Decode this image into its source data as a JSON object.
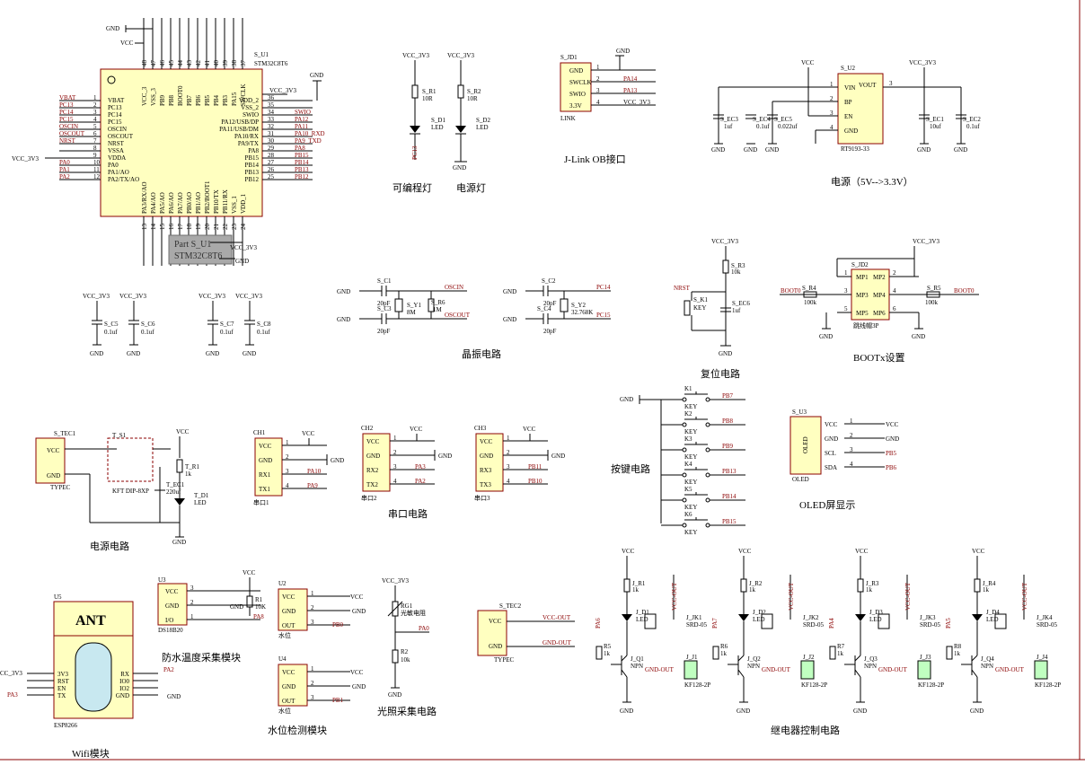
{
  "sections": {
    "prog_led": "可编程灯",
    "power_led": "电源灯",
    "jlink": "J-Link OB接口",
    "power": "电源（5V-->3.3V）",
    "crystal": "晶振电路",
    "reset": "复位电路",
    "boot": "BOOTx设置",
    "keys": "按键电路",
    "oled": "OLED屏显示",
    "power_circuit": "电源电路",
    "uart": "串口电路",
    "ds18b20": "防水温度采集模块",
    "water": "水位检测模块",
    "light": "光照采集电路",
    "relay": "继电器控制电路",
    "wifi": "Wifi模块"
  },
  "mcu": {
    "ref": "S_U1",
    "part": "STM32C8T6",
    "tooltip_title": "Part S_U1",
    "tooltip_part": "STM32C8T6",
    "left_pins": [
      {
        "num": "1",
        "name": "VBAT",
        "net": "VBAT"
      },
      {
        "num": "2",
        "name": "PC13",
        "net": "PC13"
      },
      {
        "num": "3",
        "name": "PC14",
        "net": "PC14"
      },
      {
        "num": "4",
        "name": "PC15",
        "net": "PC15"
      },
      {
        "num": "5",
        "name": "OSCIN",
        "net": "OSCIN"
      },
      {
        "num": "6",
        "name": "OSCOUT",
        "net": "OSCOUT"
      },
      {
        "num": "7",
        "name": "NRST",
        "net": "NRST"
      },
      {
        "num": "8",
        "name": "VSSA",
        "net": ""
      },
      {
        "num": "9",
        "name": "VDDA",
        "net": ""
      },
      {
        "num": "10",
        "name": "PA0",
        "net": "PA0"
      },
      {
        "num": "11",
        "name": "PA1/AO",
        "net": "PA1"
      },
      {
        "num": "12",
        "name": "PA2/TX/AO",
        "net": "PA2"
      }
    ],
    "right_pins": [
      {
        "num": "36",
        "name": "VDD_2",
        "net": "VCC_3V3"
      },
      {
        "num": "35",
        "name": "VSS_2",
        "net": ""
      },
      {
        "num": "34",
        "name": "SWIO",
        "net": "SWIO"
      },
      {
        "num": "33",
        "name": "PA12/USB/DP",
        "net": "PA12"
      },
      {
        "num": "32",
        "name": "PA11/USB/DM",
        "net": "PA11"
      },
      {
        "num": "31",
        "name": "PA10/RX",
        "net": "PA10_RXD"
      },
      {
        "num": "30",
        "name": "PA9/TX",
        "net": "PA9_TXD"
      },
      {
        "num": "29",
        "name": "PA8",
        "net": "PA8"
      },
      {
        "num": "28",
        "name": "PB15",
        "net": "PB15"
      },
      {
        "num": "27",
        "name": "PB14",
        "net": "PB14"
      },
      {
        "num": "26",
        "name": "PB13",
        "net": "PB13"
      },
      {
        "num": "25",
        "name": "PB12",
        "net": "PB12"
      }
    ],
    "top_pins": [
      "VCC_3",
      "VSS_3",
      "PB9",
      "PB8",
      "BOOT0",
      "PB7",
      "PB6",
      "PB5",
      "PB4",
      "PB3",
      "PA15",
      "SWCLK"
    ],
    "top_nums": [
      "48",
      "47",
      "46",
      "45",
      "44",
      "43",
      "42",
      "41",
      "40",
      "39",
      "38",
      "37"
    ],
    "bottom_pins": [
      "PA3/RX/AO",
      "PA4/AO",
      "PA5/AO",
      "PA6/AO",
      "PA7/AO",
      "PB0/AO",
      "PB1/AO",
      "PB2/BOOT1",
      "PB10/TX",
      "PB11/RX",
      "VSS_1",
      "VDD_1"
    ],
    "bottom_nums": [
      "13",
      "14",
      "15",
      "16",
      "17",
      "18",
      "19",
      "20",
      "21",
      "22",
      "23",
      "24"
    ],
    "vcc": "VCC",
    "gnd": "GND",
    "vcc3v3_left": "VCC_3V3"
  },
  "labels": {
    "vcc3v3": "VCC_3V3",
    "gnd": "GND",
    "vcc": "VCC"
  },
  "leds": {
    "r1": "S_R1",
    "r1v": "10R",
    "d1": "S_D1",
    "d1t": "LED",
    "net": "PC13",
    "r2": "S_R2",
    "r2v": "10R",
    "d2": "S_D2",
    "d2t": "LED"
  },
  "jlink": {
    "ref": "S_JD1",
    "name": "LINK",
    "pins": [
      "GND",
      "SWCLK",
      "SWIO",
      "3.3V"
    ],
    "nets": [
      "",
      "PA14",
      "PA13",
      "VCC_3V3"
    ]
  },
  "regulator": {
    "ref": "S_U2",
    "part": "RT9193-33",
    "pins_left": [
      "VIN",
      "BP",
      "EN",
      "GND"
    ],
    "pin_right": "VOUT",
    "caps": [
      {
        "ref": "S_EC3",
        "val": "1uf"
      },
      {
        "ref": "S_EC4",
        "val": "0.1uf"
      },
      {
        "ref": "S_EC5",
        "val": "0.022uf"
      },
      {
        "ref": "S_EC1",
        "val": "10uf"
      },
      {
        "ref": "S_EC2",
        "val": "0.1uf"
      }
    ]
  },
  "decoupling": [
    {
      "ref": "S_C5",
      "val": "0.1uf"
    },
    {
      "ref": "S_C6",
      "val": "0.1uf"
    },
    {
      "ref": "S_C7",
      "val": "0.1uf"
    },
    {
      "ref": "S_C8",
      "val": "0.1uf"
    }
  ],
  "crystal": {
    "c1": "S_C1",
    "c1v": "20pF",
    "c3": "S_C3",
    "c3v": "20pF",
    "y1": "S_Y1",
    "y1v": "8M",
    "r6": "S_R6",
    "r6v": "1M",
    "c2": "S_C2",
    "c2v": "20pF",
    "c4": "S_C4",
    "c4v": "20pF",
    "y2": "S_Y2",
    "y2v": "32.768K",
    "oscin": "OSCIN",
    "oscout": "OSCOUT",
    "pc14": "PC14",
    "pc15": "PC15"
  },
  "reset": {
    "r": "S_R3",
    "rv": "10k",
    "k": "S_K1",
    "kt": "KEY",
    "c": "S_EC6",
    "cv": "1uf",
    "net": "NRST"
  },
  "boot": {
    "ref": "S_JD2",
    "part": "跳线帽3P",
    "r4": "S_R4",
    "r4v": "100k",
    "r5": "S_R5",
    "r5v": "100k",
    "boot0": "BOOT0",
    "pins": [
      "MP1",
      "MP2",
      "MP3",
      "MP4",
      "MP5",
      "MP6"
    ]
  },
  "keys": [
    {
      "ref": "K1",
      "net": "PB7"
    },
    {
      "ref": "K2",
      "net": "PB8"
    },
    {
      "ref": "K3",
      "net": "PB9"
    },
    {
      "ref": "K4",
      "net": "PB13"
    },
    {
      "ref": "K5",
      "net": "PB14"
    },
    {
      "ref": "K6",
      "net": "PB15"
    }
  ],
  "key_text": "KEY",
  "oled": {
    "ref": "S_U3",
    "name": "OLED",
    "pins": [
      "VCC",
      "GND",
      "SCL",
      "SDA"
    ],
    "nets": [
      "VCC",
      "GND",
      "PB5",
      "PB6"
    ]
  },
  "power_circuit": {
    "tec": "S_TEC1",
    "tec_name": "TYPEC",
    "sw": "T_S1",
    "sw_name": "KFT DIP-8XP",
    "ec": "T_EC1",
    "ecv": "220uf",
    "r": "T_R1",
    "rv": "1k",
    "d": "T_D1",
    "dt": "LED"
  },
  "uarts": [
    {
      "ref": "CH1",
      "name": "串口1",
      "pins": [
        "VCC",
        "GND",
        "RX1",
        "TX1"
      ],
      "nets": [
        "PA10",
        "PA9"
      ]
    },
    {
      "ref": "CH2",
      "name": "串口2",
      "pins": [
        "VCC",
        "GND",
        "RX2",
        "TX2"
      ],
      "nets": [
        "PA3",
        "PA2"
      ]
    },
    {
      "ref": "CH3",
      "name": "串口3",
      "pins": [
        "VCC",
        "GND",
        "RX3",
        "TX3"
      ],
      "nets": [
        "PB11",
        "PB10"
      ]
    }
  ],
  "ds18b20": {
    "ref": "U3",
    "part": "DS18B20",
    "pins": [
      "VCC",
      "GND",
      "I/O"
    ],
    "r": "R1",
    "rv": "10K",
    "net": "PA8"
  },
  "water1": {
    "ref": "U2",
    "name": "水位",
    "pins": [
      "VCC",
      "GND",
      "OUT"
    ],
    "net": "PB0"
  },
  "water2": {
    "ref": "U4",
    "name": "水位",
    "pins": [
      "VCC",
      "GND",
      "OUT"
    ],
    "net": "PB1"
  },
  "light": {
    "rg": "RG1",
    "rgt": "光敏电阻",
    "r": "R2",
    "rv": "10k",
    "net": "PA0"
  },
  "tec2": {
    "ref": "S_TEC2",
    "name": "TYPEC",
    "nets": [
      "VCC-OUT",
      "GND-OUT"
    ]
  },
  "relays": [
    {
      "r": "J_R1",
      "d": "J_D1",
      "q": "J_Q1",
      "rb": "R5",
      "jk": "J_JK1",
      "j": "J_J1",
      "net": "PA6"
    },
    {
      "r": "J_R2",
      "d": "J_D2",
      "q": "J_Q2",
      "rb": "R6",
      "jk": "J_JK2",
      "j": "J_J2",
      "net": "PA7"
    },
    {
      "r": "J_R3",
      "d": "J_D3",
      "q": "J_Q3",
      "rb": "R7",
      "jk": "J_JK3",
      "j": "J_J3",
      "net": "PA4"
    },
    {
      "r": "J_R4",
      "d": "J_D4",
      "q": "J_Q4",
      "rb": "R8",
      "jk": "J_JK4",
      "j": "J_J4",
      "net": "PA5"
    }
  ],
  "relay_text": {
    "rv": "1k",
    "led": "LED",
    "npn": "NPN",
    "srd": "SRD-05",
    "kf": "KF128-2P",
    "vccout": "VCC-OUT",
    "gndout": "GND-OUT"
  },
  "wifi": {
    "ref": "U5",
    "ant": "ANT",
    "part": "ESP8266",
    "left": [
      "3V3",
      "RST",
      "EN",
      "TX"
    ],
    "right": [
      "RX",
      "IO0",
      "IO2",
      "GND"
    ],
    "net_l1": "CC_3V3",
    "net_l4": "PA3",
    "net_r1": "PA2"
  }
}
